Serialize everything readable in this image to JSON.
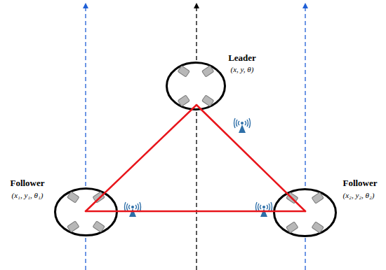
{
  "diagram": {
    "nodes": [
      {
        "text": [
          "Leader",
          "(x, y, θ)"
        ]
      },
      {
        "text": [
          "Follower",
          "(x₁, y₁, θ₁)"
        ]
      },
      {
        "text": [
          "Follower",
          "(x₂, y₂, θ₂)"
        ]
      }
    ],
    "edges": [
      {
        "from": 0,
        "to": 1,
        "arrow": "none"
      },
      {
        "from": 0,
        "to": 2,
        "arrow": "none"
      },
      {
        "from": 1,
        "to": 2,
        "arrow": "none"
      }
    ]
  }
}
